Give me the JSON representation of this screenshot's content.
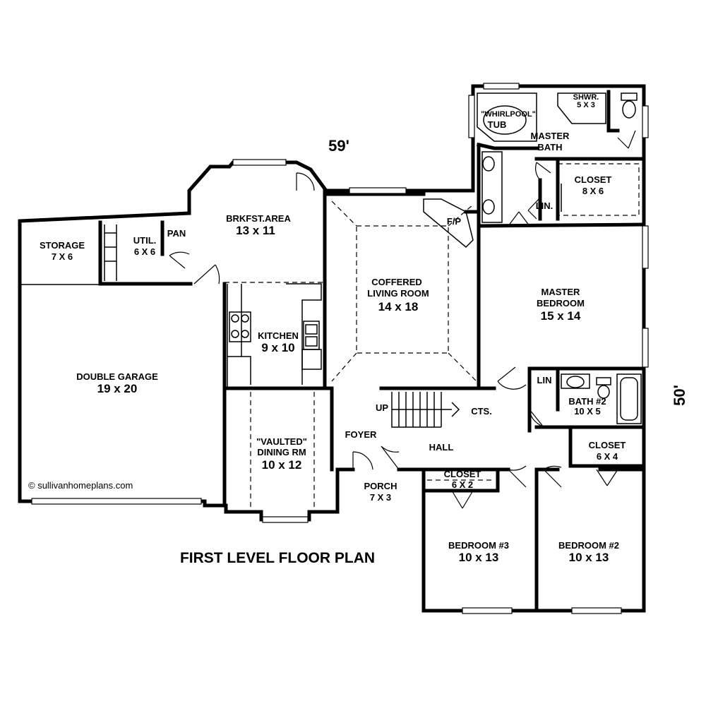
{
  "title": "FIRST LEVEL FLOOR PLAN",
  "copyright": "© sullivanhomeplans.com",
  "overall_width": "59'",
  "overall_depth": "50'",
  "rooms": {
    "storage": {
      "name": "STORAGE",
      "size": "7 X 6"
    },
    "util": {
      "name": "UTIL.",
      "size": "6 X 6"
    },
    "pan": {
      "name": "PAN"
    },
    "brkfst": {
      "name": "BRKFST.AREA",
      "size": "13 x 11"
    },
    "kitchen": {
      "name": "KITCHEN",
      "size": "9 x 10"
    },
    "garage": {
      "name": "DOUBLE GARAGE",
      "size": "19 x 20"
    },
    "dining": {
      "name1": "\"VAULTED\"",
      "name2": "DINING RM",
      "size": "10 x 12"
    },
    "living": {
      "name1": "COFFERED",
      "name2": "LIVING ROOM",
      "size": "14 x 18"
    },
    "fp": {
      "name": "F/P"
    },
    "foyer": {
      "name": "FOYER"
    },
    "up": {
      "name": "UP"
    },
    "cts": {
      "name": "CTS."
    },
    "hall": {
      "name": "HALL"
    },
    "porch": {
      "name": "PORCH",
      "size": "7 X 3"
    },
    "master_bath": {
      "name1": "MASTER",
      "name2": "BATH"
    },
    "whirlpool": {
      "name": "\"WHIRLPOOL\"",
      "tub": "TUB"
    },
    "shower": {
      "name": "SHWR.",
      "size": "5 X 3"
    },
    "master_closet": {
      "name": "CLOSET",
      "size": "8 X 6"
    },
    "lin1": {
      "name": "LIN."
    },
    "master_bedroom": {
      "name1": "MASTER",
      "name2": "BEDROOM",
      "size": "15 x 14"
    },
    "lin2": {
      "name": "LIN"
    },
    "bath2": {
      "name": "BATH #2",
      "size": "10 X 5"
    },
    "closet_hall": {
      "name": "CLOSET",
      "size": "6 X 4"
    },
    "closet_bed3": {
      "name": "CLOSET",
      "size": "6 X 2"
    },
    "bedroom3": {
      "name": "BEDROOM #3",
      "size": "10 x 13"
    },
    "bedroom2": {
      "name": "BEDROOM #2",
      "size": "10 x 13"
    }
  }
}
